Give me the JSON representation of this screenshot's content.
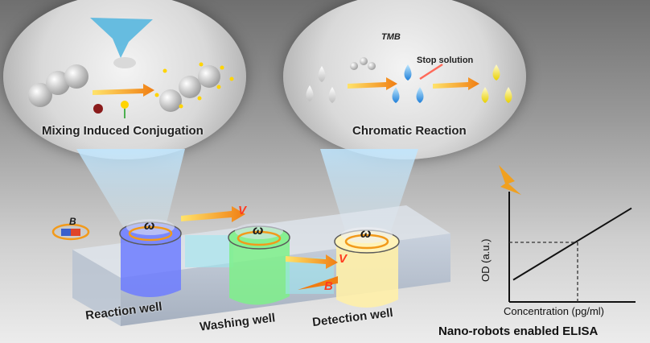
{
  "bubbles": {
    "left": {
      "label": "Mixing Induced Conjugation"
    },
    "right": {
      "label": "Chromatic Reaction",
      "reagent_label": "TMB",
      "stop_label": "Stop solution"
    }
  },
  "wells": {
    "reaction": "Reaction well",
    "washing": "Washing well",
    "detection": "Detection well"
  },
  "symbols": {
    "magnetic_field": "B",
    "angular_velocity": "ω",
    "velocity": "V"
  },
  "graph": {
    "ylabel": "OD (a.u.)",
    "xlabel": "Concentration (pg/ml)"
  },
  "caption": "Nano-robots enabled ELISA",
  "colors": {
    "reaction_fluid": "#6d7cff",
    "washing_fluid": "#7ef08a",
    "detection_fluid": "#fff0a8",
    "arrow": "#f29a1a",
    "field_label": "#ff3b1f"
  },
  "chart_data": {
    "type": "line",
    "xlabel": "Concentration (pg/ml)",
    "ylabel": "OD (a.u.)",
    "series": [
      {
        "x": [
          0,
          1
        ],
        "y": [
          0.2,
          0.85
        ]
      }
    ],
    "grid": false
  }
}
